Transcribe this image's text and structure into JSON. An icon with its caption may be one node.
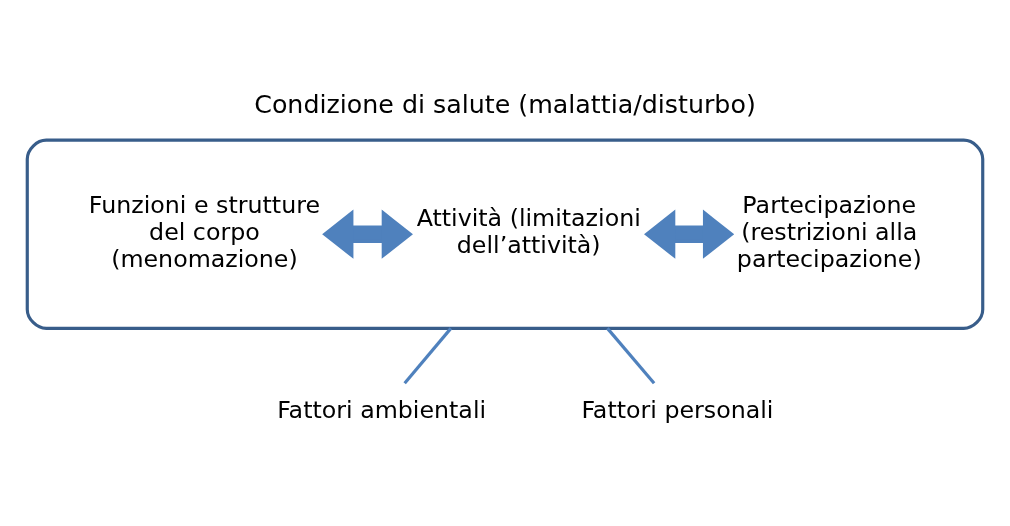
{
  "diagram": {
    "title": "Condizione di salute (malattia/disturbo)",
    "nodes": [
      {
        "text": [],
        "shape": "ellipse"
      },
      {
        "text": [
          "Funzioni e strutture del corpo (menomazione)"
        ],
        "in": 0
      },
      {
        "text": [
          "Attività (limitazioni dell’attività)"
        ],
        "in": 0
      },
      {
        "text": [
          "Partecipazione (restrizioni alla partecipazione)"
        ],
        "in": 0
      },
      {
        "text": [
          "Fattori ambientali"
        ]
      },
      {
        "text": [
          "Fattori personali"
        ]
      }
    ],
    "edges": [
      {
        "from": 1,
        "to": 2,
        "arrow": "both",
        "style": "thick"
      },
      {
        "from": 2,
        "to": 3,
        "arrow": "both",
        "style": "thick"
      },
      {
        "from": 0,
        "to": 4,
        "arrow": "none"
      },
      {
        "from": 0,
        "to": 5,
        "arrow": "none"
      }
    ]
  }
}
